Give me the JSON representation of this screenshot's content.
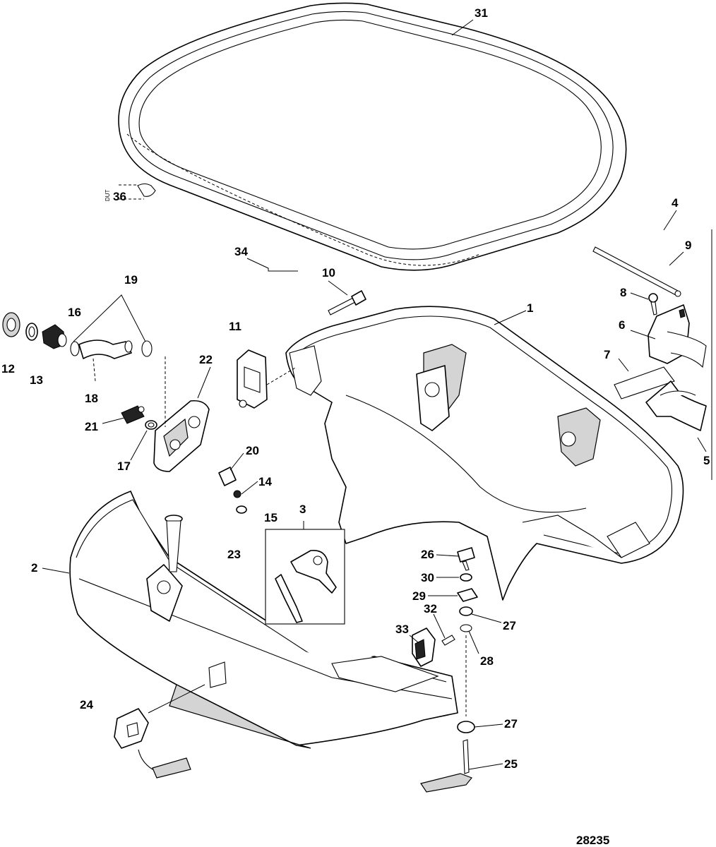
{
  "figure_number": "28235",
  "side_label": "DUT",
  "callouts": [
    {
      "id": "c31",
      "text": "31"
    },
    {
      "id": "c36",
      "text": "36"
    },
    {
      "id": "c4",
      "text": "4"
    },
    {
      "id": "c9",
      "text": "9"
    },
    {
      "id": "c34",
      "text": "34"
    },
    {
      "id": "c10",
      "text": "10"
    },
    {
      "id": "c19",
      "text": "19"
    },
    {
      "id": "c1",
      "text": "1"
    },
    {
      "id": "c8",
      "text": "8"
    },
    {
      "id": "c16",
      "text": "16"
    },
    {
      "id": "c6",
      "text": "6"
    },
    {
      "id": "c11",
      "text": "11"
    },
    {
      "id": "c12",
      "text": "12"
    },
    {
      "id": "c13",
      "text": "13"
    },
    {
      "id": "c7",
      "text": "7"
    },
    {
      "id": "c22",
      "text": "22"
    },
    {
      "id": "c18",
      "text": "18"
    },
    {
      "id": "c21",
      "text": "21"
    },
    {
      "id": "c17",
      "text": "17"
    },
    {
      "id": "c20",
      "text": "20"
    },
    {
      "id": "c5",
      "text": "5"
    },
    {
      "id": "c14",
      "text": "14"
    },
    {
      "id": "c3",
      "text": "3"
    },
    {
      "id": "c15",
      "text": "15"
    },
    {
      "id": "c23",
      "text": "23"
    },
    {
      "id": "c26",
      "text": "26"
    },
    {
      "id": "c2",
      "text": "2"
    },
    {
      "id": "c30",
      "text": "30"
    },
    {
      "id": "c29",
      "text": "29"
    },
    {
      "id": "c32",
      "text": "32"
    },
    {
      "id": "c27a",
      "text": "27"
    },
    {
      "id": "c33",
      "text": "33"
    },
    {
      "id": "c28",
      "text": "28"
    },
    {
      "id": "c24",
      "text": "24"
    },
    {
      "id": "c27b",
      "text": "27"
    },
    {
      "id": "c25",
      "text": "25"
    }
  ]
}
